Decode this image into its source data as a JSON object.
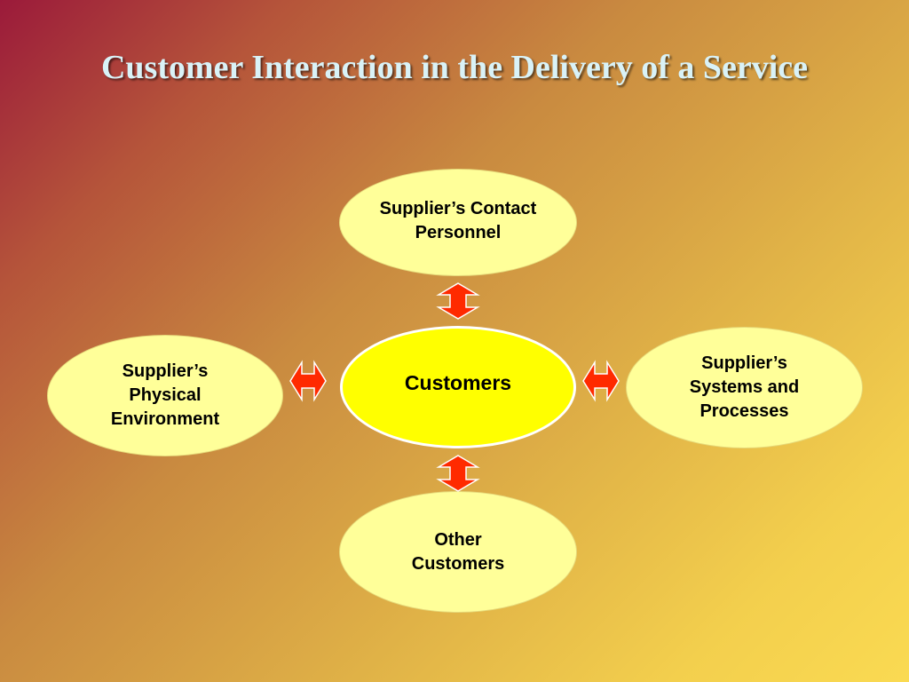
{
  "title": "Customer Interaction in the Delivery of a Service",
  "nodes": {
    "center": "Customers",
    "top": "Supplier’s Contact\nPersonnel",
    "left": "Supplier’s\nPhysical\nEnvironment",
    "right": "Supplier’s\nSystems and\nProcesses",
    "bottom": "Other\nCustomers"
  },
  "colors": {
    "center_node": "#ffff00",
    "outer_node": "#ffff99",
    "arrow_fill": "#ff2a00",
    "title_text": "#d9f2f7"
  }
}
